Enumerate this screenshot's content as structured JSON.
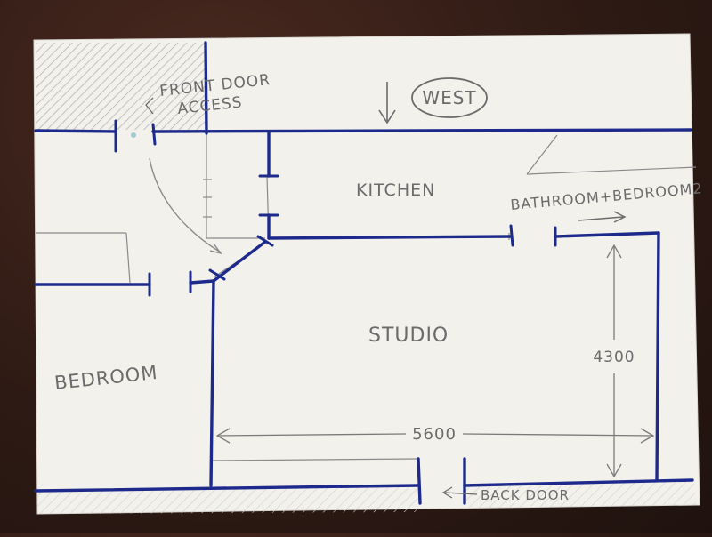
{
  "labels": {
    "front_door": "FRONT DOOR",
    "access": "ACCESS",
    "west": "WEST",
    "kitchen": "KITCHEN",
    "bathroom_bedroom2": "BATHROOM+BEDROOM2",
    "studio": "STUDIO",
    "bedroom": "BEDROOM",
    "dim_width": "5600",
    "dim_height": "4300",
    "back_door": "BACK DOOR"
  },
  "colors": {
    "paper": "#f3f1ec",
    "wall_ink": "#1d2a8c",
    "pencil": "#6b6b6b",
    "hatch": "#bcbcbc",
    "background": "#3a2219"
  }
}
